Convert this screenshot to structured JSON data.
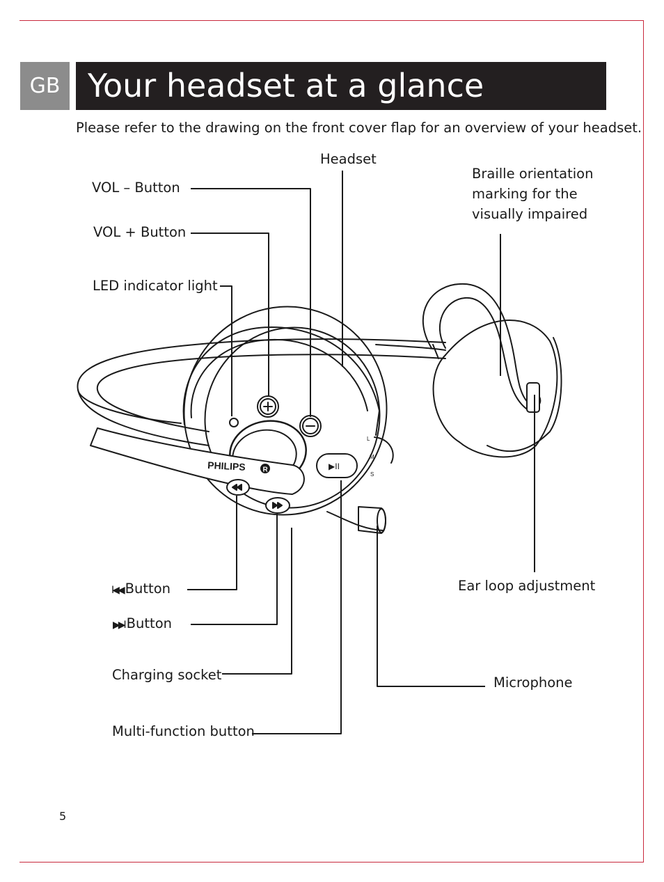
{
  "lang_tab": "GB",
  "title": "Your headset at a glance",
  "intro": "Please refer to the drawing on the front cover flap for an overview of your headset.",
  "labels": {
    "headset": "Headset",
    "vol_minus": "VOL – Button",
    "vol_plus": "VOL + Button",
    "led": "LED indicator light",
    "braille_line1": "Braille orientation",
    "braille_line2": "marking for the",
    "braille_line3": "visually impaired",
    "prev_glyph": "I◀◀",
    "prev": "Button",
    "next_glyph": "▶▶I",
    "next": "Button",
    "charging": "Charging socket",
    "multi": "Multi-function button",
    "ear_loop": "Ear loop adjustment",
    "microphone": "Microphone"
  },
  "device_marks": {
    "brand": "PHILIPS",
    "registered": "R",
    "play_pause": "▶II",
    "size_l": "L",
    "size_m": "M",
    "size_s": "S"
  },
  "page_number": "5"
}
